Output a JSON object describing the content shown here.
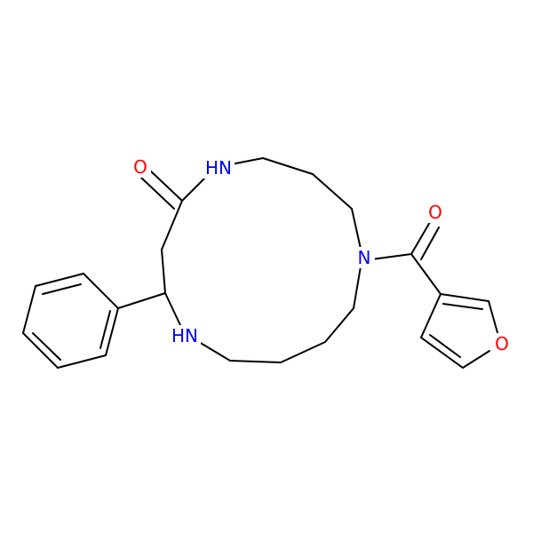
{
  "colors": {
    "background": "#ffffff",
    "bond": "#000000",
    "nitrogen": "#0000ff",
    "oxygen": "#ff0000"
  },
  "atoms": {
    "amide_oxygen": "O",
    "amide_nh": "HN",
    "tertiary_n": "N",
    "carbonyl_oxygen": "O",
    "furan_oxygen": "O",
    "amine_nh": "HN"
  }
}
